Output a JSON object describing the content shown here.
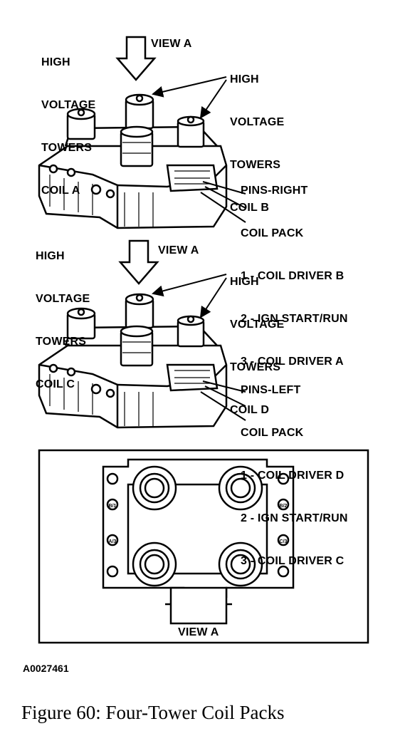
{
  "top_assembly": {
    "label_coil_a": [
      "HIGH",
      "VOLTAGE",
      "TOWERS",
      "COIL A"
    ],
    "label_coil_b": [
      "HIGH",
      "VOLTAGE",
      "TOWERS",
      "COIL B"
    ],
    "view_label": "VIEW A",
    "pins_title": "PINS-RIGHT",
    "pins_subtitle": "COIL PACK",
    "pins": [
      "1 - COIL DRIVER B",
      "2 - IGN START/RUN",
      "3 - COIL DRIVER A"
    ]
  },
  "bottom_assembly": {
    "label_coil_c": [
      "HIGH",
      "VOLTAGE",
      "TOWERS",
      "COIL C"
    ],
    "label_coil_d": [
      "HIGH",
      "VOLTAGE",
      "TOWERS",
      "COIL D"
    ],
    "view_label": "VIEW A",
    "pins_title": "PINS-LEFT",
    "pins_subtitle": "COIL PACK",
    "pins": [
      "1 - COIL DRIVER D",
      "2 - IGN START/RUN",
      "3 - COIL DRIVER C"
    ]
  },
  "view_panel": {
    "label": "VIEW A",
    "terminals": [
      "B/1",
      "B/2",
      "A/3",
      "C/3"
    ]
  },
  "figure_code": "A0027461",
  "caption": "Figure 60: Four-Tower Coil Packs"
}
